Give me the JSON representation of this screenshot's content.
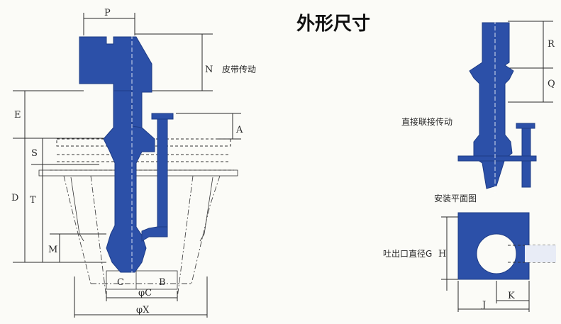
{
  "title": "外形尺寸",
  "labels": {
    "P": "P",
    "N": "N",
    "belt": "皮带传动",
    "E": "E",
    "A": "A",
    "S": "S",
    "D": "D",
    "T": "T",
    "M": "M",
    "C": "C",
    "B": "B",
    "phiC": "φC",
    "phiX": "φX",
    "R": "R",
    "Q": "Q",
    "direct": "直接联接传动",
    "plan": "安装平面图",
    "outlet": "吐出口直径G",
    "H": "H",
    "J": "J",
    "K": "K"
  },
  "colors": {
    "pump_body": "#2c50a8",
    "line": "#2a2a2a"
  }
}
